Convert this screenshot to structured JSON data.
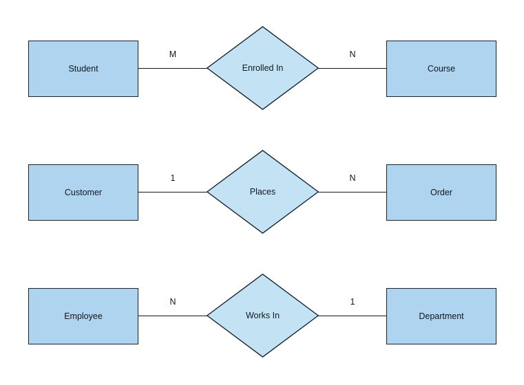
{
  "diagram": {
    "type": "entity-relationship-diagram",
    "background_color": "#ffffff",
    "entity_fill": "#AED4F0",
    "relationship_fill": "#C3E3F5",
    "border_color": "#16222e",
    "text_color": "#10171f",
    "rows": [
      {
        "left_entity": "Student",
        "left_cardinality": "M",
        "relationship": "Enrolled In",
        "right_cardinality": "N",
        "right_entity": "Course"
      },
      {
        "left_entity": "Customer",
        "left_cardinality": "1",
        "relationship": "Places",
        "right_cardinality": "N",
        "right_entity": "Order"
      },
      {
        "left_entity": "Employee",
        "left_cardinality": "N",
        "relationship": "Works In",
        "right_cardinality": "1",
        "right_entity": "Department"
      }
    ]
  }
}
